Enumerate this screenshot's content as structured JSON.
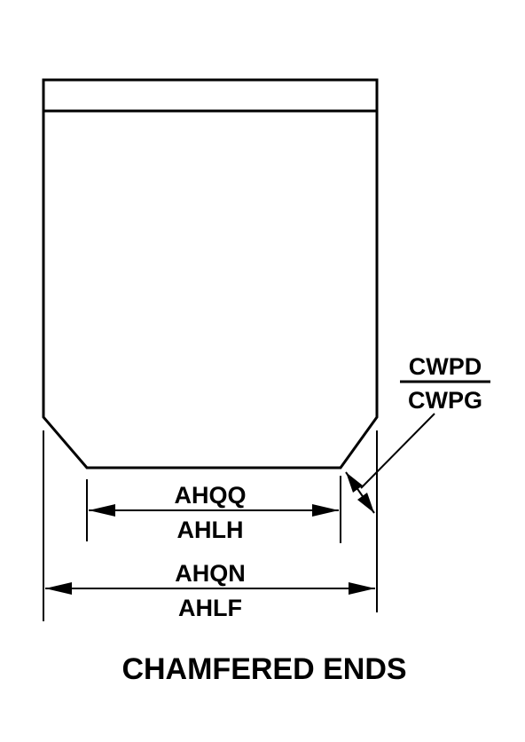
{
  "diagram": {
    "title": "CHAMFERED ENDS",
    "labels": {
      "chamfer_top": "CWPD",
      "chamfer_bottom": "CWPG",
      "inner_top": "AHQQ",
      "inner_bottom": "AHLH",
      "outer_top": "AHQN",
      "outer_bottom": "AHLF"
    },
    "colors": {
      "line": "#000000",
      "background": "#ffffff"
    }
  }
}
